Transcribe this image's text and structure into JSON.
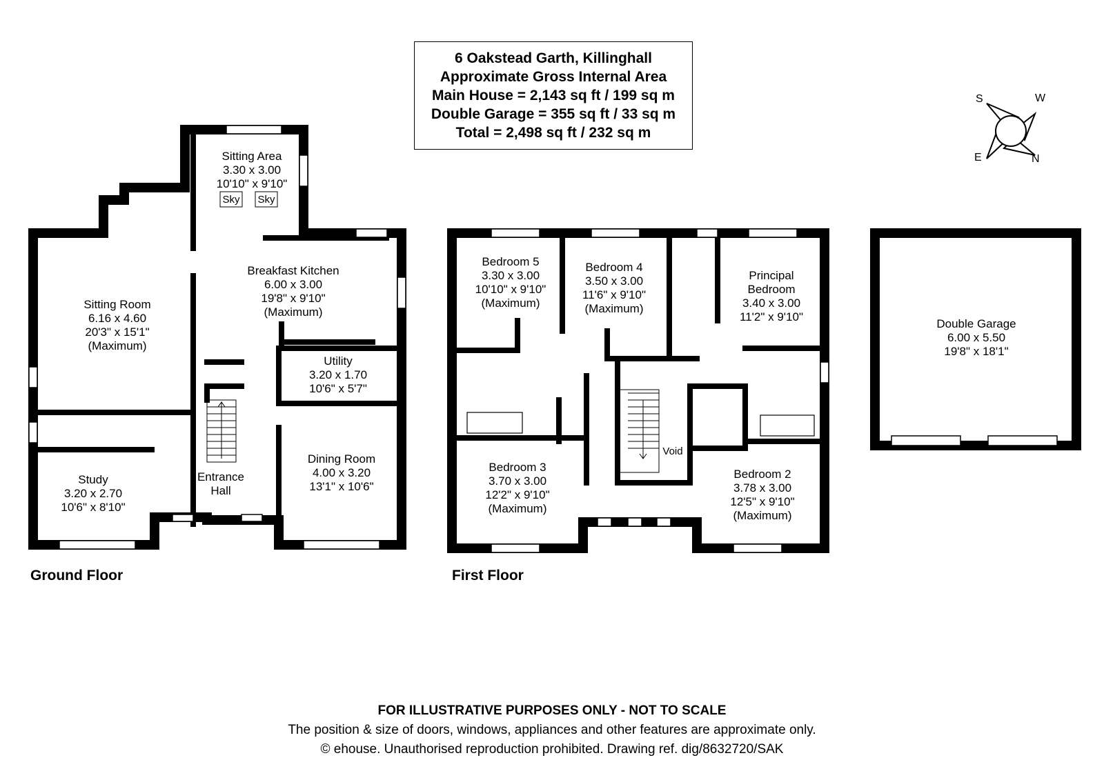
{
  "info": {
    "address": "6 Oakstead Garth, Killinghall",
    "subtitle": "Approximate Gross Internal Area",
    "main_house": "Main House = 2,143 sq ft / 199 sq m",
    "garage": "Double Garage = 355 sq ft / 33 sq m",
    "total": "Total = 2,498 sq ft / 232 sq m"
  },
  "compass": {
    "s": "S",
    "w": "W",
    "e": "E",
    "n": "N"
  },
  "floors": {
    "ground": "Ground Floor",
    "first": "First Floor"
  },
  "rooms": {
    "sitting_area": {
      "name": "Sitting Area",
      "metric": "3.30 x 3.00",
      "imperial": "10'10\" x 9'10\""
    },
    "sky1": "Sky",
    "sky2": "Sky",
    "sitting_room": {
      "name": "Sitting Room",
      "metric": "6.16 x 4.60",
      "imperial": "20'3\" x 15'1\"",
      "note": "(Maximum)"
    },
    "breakfast_kitchen": {
      "name": "Breakfast Kitchen",
      "metric": "6.00 x 3.00",
      "imperial": "19'8\" x 9'10\"",
      "note": "(Maximum)"
    },
    "utility": {
      "name": "Utility",
      "metric": "3.20 x 1.70",
      "imperial": "10'6\" x 5'7\""
    },
    "dining_room": {
      "name": "Dining Room",
      "metric": "4.00 x 3.20",
      "imperial": "13'1\" x 10'6\""
    },
    "entrance_hall": {
      "line1": "Entrance",
      "line2": "Hall"
    },
    "study": {
      "name": "Study",
      "metric": "3.20 x 2.70",
      "imperial": "10'6\" x 8'10\""
    },
    "bedroom5": {
      "name": "Bedroom 5",
      "metric": "3.30 x 3.00",
      "imperial": "10'10\" x 9'10\"",
      "note": "(Maximum)"
    },
    "bedroom4": {
      "name": "Bedroom 4",
      "metric": "3.50 x 3.00",
      "imperial": "11'6\" x 9'10\"",
      "note": "(Maximum)"
    },
    "principal_bedroom": {
      "line1": "Principal",
      "line2": "Bedroom",
      "metric": "3.40 x 3.00",
      "imperial": "11'2\" x 9'10\""
    },
    "bedroom3": {
      "name": "Bedroom 3",
      "metric": "3.70 x 3.00",
      "imperial": "12'2\" x 9'10\"",
      "note": "(Maximum)"
    },
    "bedroom2": {
      "name": "Bedroom 2",
      "metric": "3.78 x 3.00",
      "imperial": "12'5\" x 9'10\"",
      "note": "(Maximum)"
    },
    "void": "Void",
    "double_garage": {
      "name": "Double Garage",
      "metric": "6.00 x 5.50",
      "imperial": "19'8\" x 18'1\""
    }
  },
  "footer": {
    "line1": "FOR ILLUSTRATIVE PURPOSES ONLY - NOT TO SCALE",
    "line2": "The position & size of doors, windows, appliances and other features are approximate only.",
    "line3": "© ehouse. Unauthorised reproduction prohibited. Drawing ref. dig/8632720/SAK"
  }
}
